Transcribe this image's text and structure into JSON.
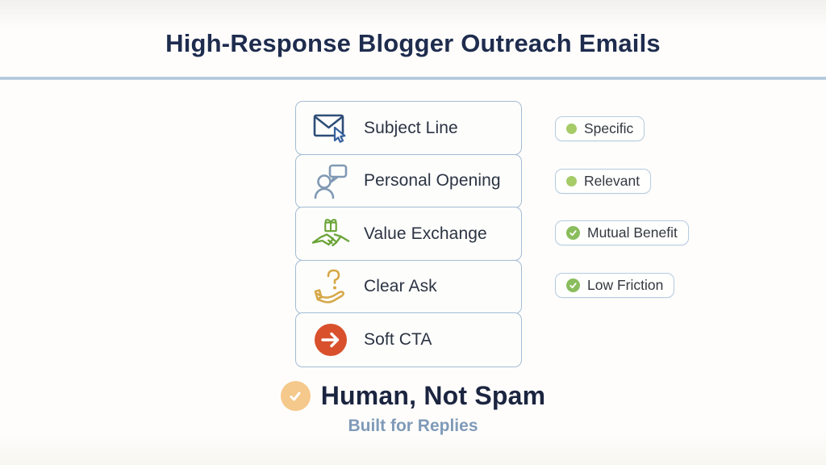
{
  "title": "High-Response Blogger Outreach Emails",
  "colors": {
    "title_navy": "#1e2c4e",
    "divider_blue": "#a9c2d9",
    "card_border": "#a3bcd4",
    "row_text": "#2b3342",
    "tag_border": "#b5cbe0",
    "tag_dot_green": "#a6cb67",
    "tag_check_green": "#8abd5d",
    "mail_icon_navy": "#2e4d77",
    "person_icon_steel": "#8099b3",
    "gift_icon_green": "#6aa437",
    "hand_icon_gold": "#d6a848",
    "cta_icon_orange": "#d8512c",
    "footer_badge_peach": "#f5c88b",
    "footer_title_navy": "#1b2540",
    "footer_subtitle_blue": "#7e9ab8"
  },
  "card": {
    "rows": [
      {
        "label": "Subject Line",
        "icon": "mail-cursor-icon"
      },
      {
        "label": "Personal Opening",
        "icon": "person-chat-icon"
      },
      {
        "label": "Value Exchange",
        "icon": "gift-handshake-icon"
      },
      {
        "label": "Clear Ask",
        "icon": "question-hand-icon"
      },
      {
        "label": "Soft CTA",
        "icon": "arrow-circle-icon"
      }
    ]
  },
  "tags": [
    {
      "label": "Specific",
      "marker": "dot"
    },
    {
      "label": "Relevant",
      "marker": "dot"
    },
    {
      "label": "Mutual Benefit",
      "marker": "check"
    },
    {
      "label": "Low Friction",
      "marker": "check"
    }
  ],
  "footer": {
    "title": "Human, Not Spam",
    "subtitle": "Built for Replies",
    "badge_icon": "check-circle-icon"
  }
}
